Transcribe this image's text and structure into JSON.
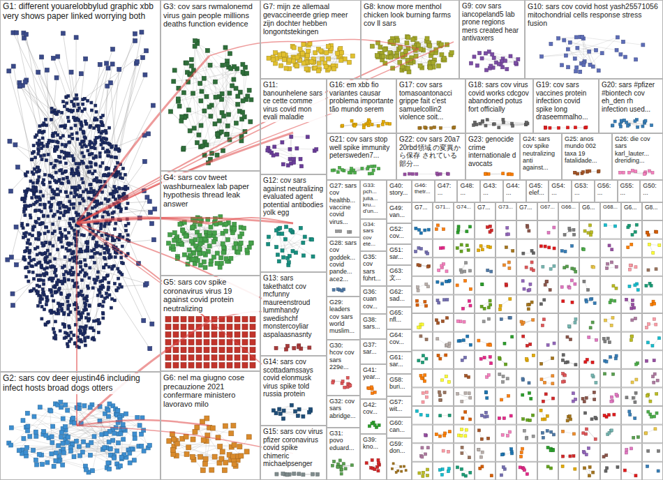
{
  "diagram": {
    "nodes": [
      {
        "text": [
          "G1: different youarelobbylud graphic xbb very shows paper linked worrying both"
        ]
      },
      {
        "text": [
          "G2: sars cov deer ejustin46 including infect hosts broad dogs otters"
        ]
      },
      {
        "text": [
          "G3: cov sars rwmalonemd virus gain people millions deaths function evidence"
        ]
      },
      {
        "text": [
          "G4: sars cov tweet washburnealex lab paper hypothesis thread leak answer"
        ]
      },
      {
        "text": [
          "G5: sars cov spike coronavirus virus 19 against covid protein neutralizing"
        ]
      },
      {
        "text": [
          "G6: nel ma giugno cose precauzione 2021 confermare ministero lavoravo milo"
        ]
      },
      {
        "text": [
          "G7: mijn ze allemaal gevaccineerde griep meer zijn dochter hebben longontstekingen"
        ]
      },
      {
        "text": [
          "G8: know more menthol chicken look burning farms cov ll sars"
        ]
      },
      {
        "text": [
          "G9: cov sars iancopeland5 lab prone regions mers created hear antivaxers"
        ]
      },
      {
        "text": [
          "G10: sars cov covid host yash25571056 mitochondrial cells response stress fusion"
        ]
      },
      {
        "text": [
          "G11: banounhelene sars ce cette comme virus covid mon evali maladie"
        ]
      },
      {
        "text": [
          "G12: cov sars against neutralizing evaluated agent potential antibodies yolk egg"
        ]
      },
      {
        "text": [
          "G13: sars takethatct cov mcfunny maureenstroud lummhandy swedishchf monstercoyliar aspalaasnasnty"
        ]
      },
      {
        "text": [
          "G14: sars cov scottadamssays covid elonmusk virus spike told russia protein"
        ]
      },
      {
        "text": [
          "G15: sars cov virus pfizer coronavirus covid spike chimeric michaelpsenger"
        ]
      },
      {
        "text": [
          "G16: em xbb fio variantes causar problema importante tão mundo serem"
        ]
      },
      {
        "text": [
          "G17: cov sars tomasoantonacci grippe fait c'est samuelcollin2 violence soit..."
        ]
      },
      {
        "text": [
          "G18: sars cov virus covid works cdcgov abandoned potus fort officially"
        ]
      },
      {
        "text": [
          "G19: cov sars vaccines protein infection covid spike long draseemmalho..."
        ]
      },
      {
        "text": [
          "G20: sars #pfizer #biontech cov eh_den rh infection used..."
        ]
      },
      {
        "text": [
          "G21: cov sars stop well spike immunity petersweden7..."
        ]
      },
      {
        "text": [
          "G22: cov sars 20a7 20rbd領域 の変異から保存 されている部分..."
        ]
      },
      {
        "text": [
          "G23: genocide crime internationale d avocats"
        ]
      },
      {
        "text": [
          "G24: sars cov spike neutralizing anti against..."
        ]
      },
      {
        "text": [
          "G25: anos mundo 002 taxa 19 fatalidade..."
        ]
      },
      {
        "text": [
          "G26: die cov sars karl_lauter... dreriding..."
        ]
      },
      {
        "text": [
          "G27: sars cov healthb... vaccine covid virus..."
        ]
      },
      {
        "text": [
          "G28: sars cov goddek... covid pande... ace2..."
        ]
      },
      {
        "text": [
          "G29: leaders cov sars world muslim..."
        ]
      },
      {
        "text": [
          "G30: hcov cov sars 229e..."
        ]
      },
      {
        "text": [
          "G32: cov sars abridge..."
        ]
      },
      {
        "text": [
          "G31: povo eduard..."
        ]
      },
      {
        "text": [
          "G33: pch... julia... kru... d'un..."
        ]
      },
      {
        "text": [
          "G34: sars cov été..."
        ]
      },
      {
        "text": [
          "G35: cov sars führt..."
        ]
      },
      {
        "text": [
          "G36: cuan cov..."
        ]
      },
      {
        "text": [
          "G38: sars..."
        ]
      },
      {
        "text": [
          "G37: sar..."
        ]
      },
      {
        "text": [
          "G41: year..."
        ]
      },
      {
        "text": [
          "G42: cov..."
        ]
      },
      {
        "text": [
          "G39: kno..."
        ]
      },
      {
        "text": [
          "G40: story..."
        ]
      },
      {
        "text": [
          "G49: van..."
        ]
      },
      {
        "text": [
          "G52: cov..."
        ]
      },
      {
        "text": [
          "G51: sar..."
        ]
      },
      {
        "text": [
          "G63: 文..."
        ]
      },
      {
        "text": [
          "G62: sad..."
        ]
      },
      {
        "text": [
          "G65: nfl..."
        ]
      },
      {
        "text": [
          "G64: cov..."
        ]
      },
      {
        "text": [
          "G61: sar..."
        ]
      },
      {
        "text": [
          "G58: buri..."
        ]
      },
      {
        "text": [
          "G57: wit..."
        ]
      },
      {
        "text": [
          "G60: can..."
        ]
      },
      {
        "text": [
          "G59: don..."
        ]
      },
      {
        "text": [
          "G46: thetr..."
        ]
      },
      {
        "text": [
          "G47: ..."
        ]
      },
      {
        "text": [
          "G48: ..."
        ]
      },
      {
        "text": [
          "G43: ..."
        ]
      },
      {
        "text": [
          "G44: ..."
        ]
      },
      {
        "text": [
          "G45: elef..."
        ]
      },
      {
        "text": [
          "G54: ..."
        ]
      },
      {
        "text": [
          "G53: ..."
        ]
      },
      {
        "text": [
          "G56: ..."
        ]
      },
      {
        "text": [
          "G55: ..."
        ]
      },
      {
        "text": [
          "G50: ..."
        ]
      },
      {
        "text": [
          "G7..."
        ]
      },
      {
        "text": [
          "G71..."
        ]
      },
      {
        "text": [
          "G74..."
        ]
      },
      {
        "text": [
          "G7..."
        ]
      },
      {
        "text": [
          "G73..."
        ]
      },
      {
        "text": [
          "G7..."
        ]
      },
      {
        "text": [
          "G67..."
        ]
      },
      {
        "text": [
          "G66..."
        ]
      },
      {
        "text": [
          "G6..."
        ]
      },
      {
        "text": [
          "G68..."
        ]
      },
      {
        "text": [
          "G6..."
        ]
      },
      {
        "text": [
          "G8..."
        ]
      }
    ]
  }
}
